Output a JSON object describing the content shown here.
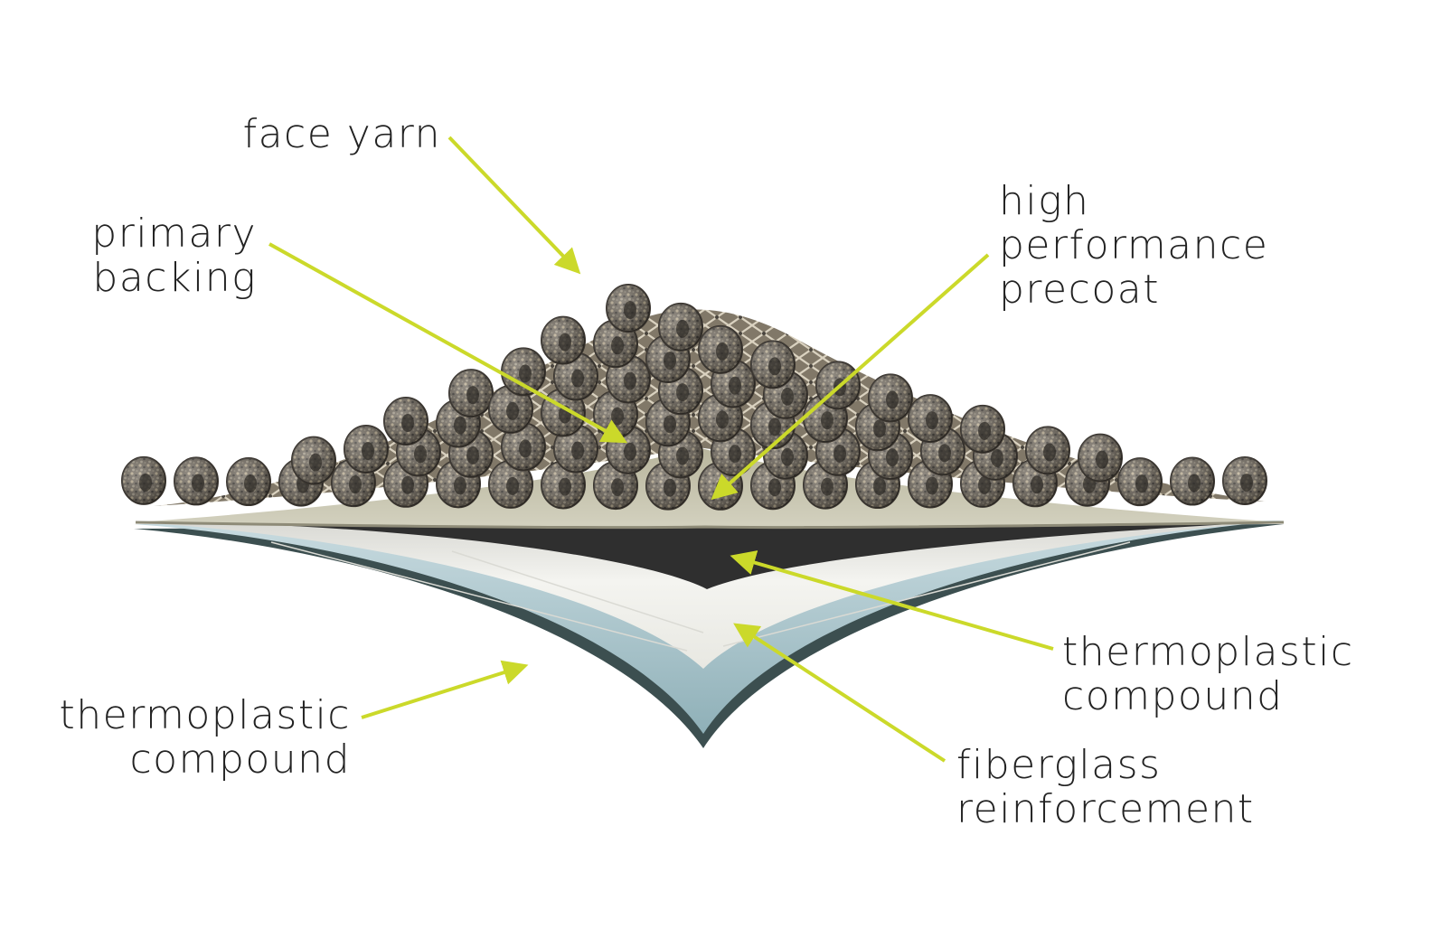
{
  "colors": {
    "arrow": "#cbd92a",
    "text": "#222222",
    "yarn_dark": "#4a4640",
    "yarn_light": "#b8ab92",
    "precoat": "#c9c7b0",
    "black_layer": "#2f2f2f",
    "white_layer": "#f3f3ef",
    "blue_layer": "#a9c4cb"
  },
  "labels": {
    "face_yarn": {
      "lines": [
        "face yarn"
      ]
    },
    "primary_backing": {
      "lines": [
        "primary",
        "backing"
      ]
    },
    "precoat": {
      "lines": [
        "high",
        "performance",
        "precoat"
      ]
    },
    "thermo_right": {
      "lines": [
        "thermoplastic",
        "compound"
      ]
    },
    "fiberglass": {
      "lines": [
        "fiberglass",
        "reinforcement"
      ]
    },
    "thermo_left": {
      "lines": [
        "thermoplastic",
        "compound"
      ]
    }
  }
}
